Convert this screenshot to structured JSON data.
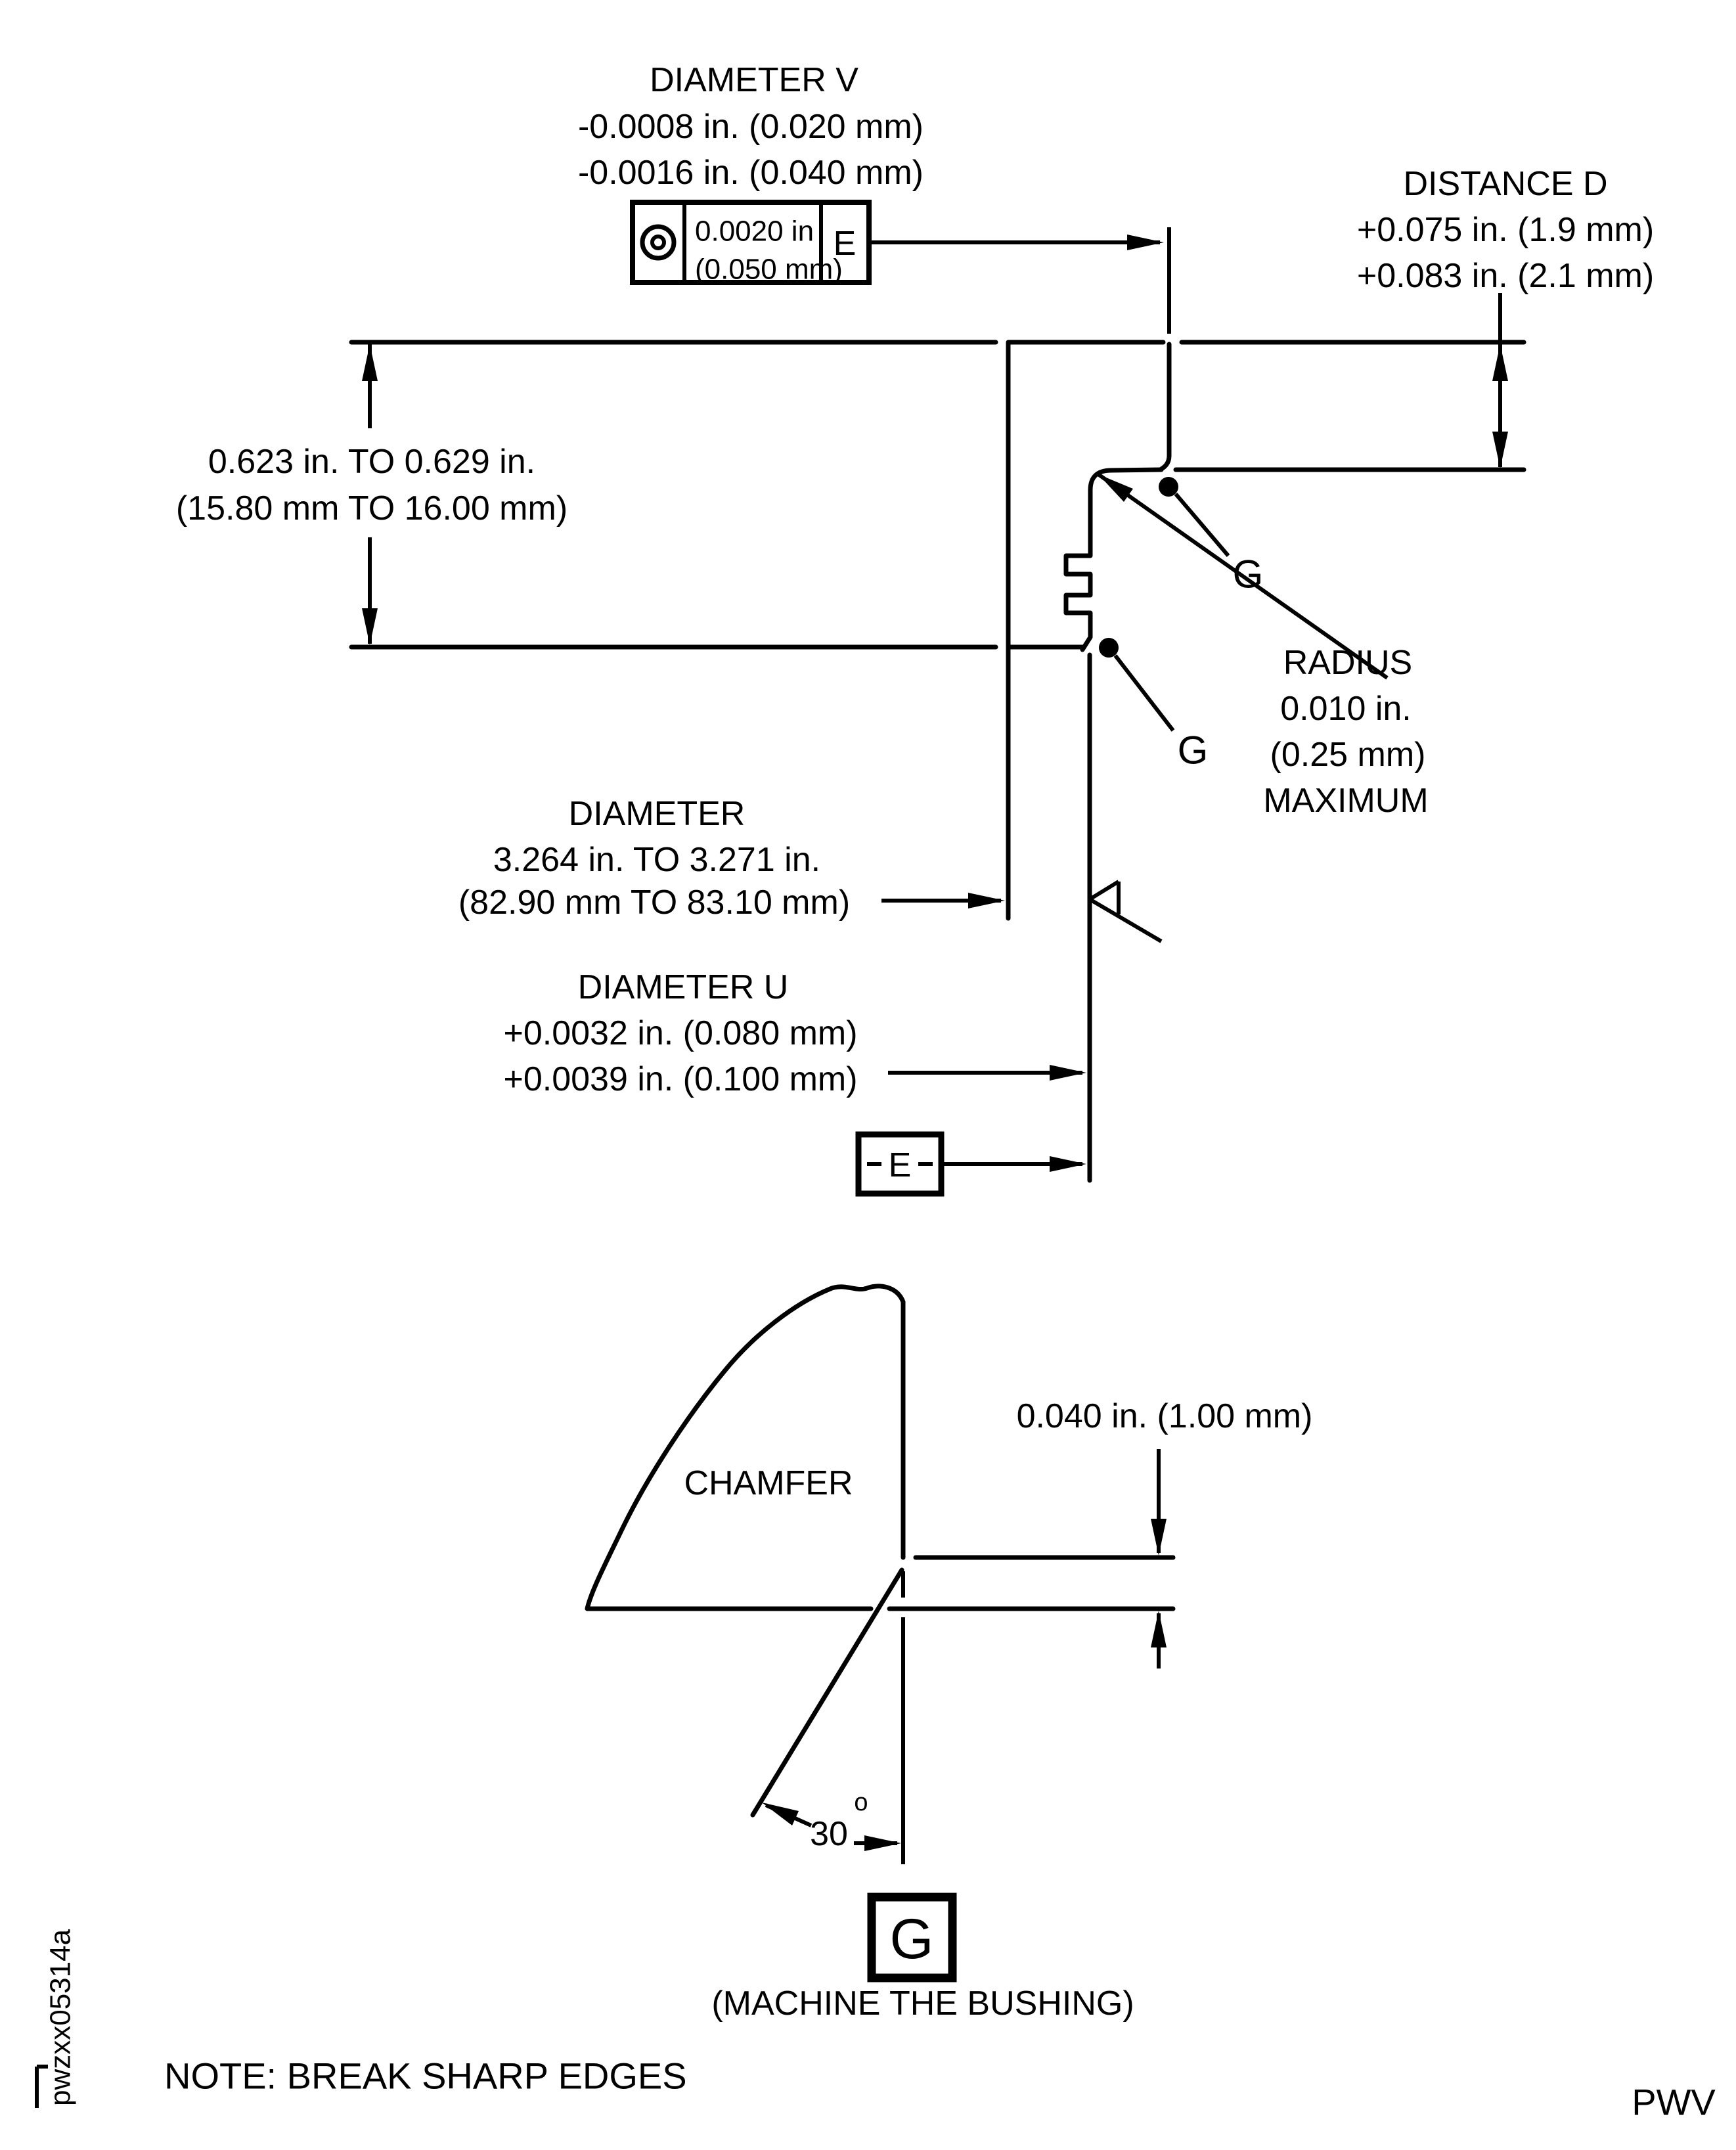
{
  "colors": {
    "ink": "#000000",
    "paper": "#ffffff"
  },
  "diameter_v": {
    "title": "DIAMETER V",
    "tol_upper": "-0.0008 in. (0.020 mm)",
    "tol_lower": "-0.0016 in. (0.040 mm)"
  },
  "fcf": {
    "symbol_icon": "concentricity-icon",
    "tol_in": "0.0020 in",
    "tol_mm": "(0.050 mm)",
    "datum": "E"
  },
  "distance_d": {
    "title": "DISTANCE D",
    "tol_upper": "+0.075 in. (1.9 mm)",
    "tol_lower": "+0.083 in. (2.1 mm)"
  },
  "width_dim": {
    "inches": "0.623 in. TO 0.629 in.",
    "metric": "(15.80 mm TO 16.00 mm)"
  },
  "diameter": {
    "title": "DIAMETER",
    "inches": "3.264 in. TO 3.271 in.",
    "metric": "(82.90 mm TO 83.10 mm)"
  },
  "diameter_u": {
    "title": "DIAMETER U",
    "tol_upper": "+0.0032 in. (0.080 mm)",
    "tol_lower": "+0.0039 in. (0.100 mm)"
  },
  "datum_flag": {
    "label": "E"
  },
  "radius_note": {
    "line1": "RADIUS",
    "line2": "0.010 in.",
    "line3": "(0.25 mm)",
    "line4": "MAXIMUM"
  },
  "surface_marks": {
    "upper": "G",
    "lower": "G"
  },
  "chamfer_detail": {
    "label": "CHAMFER",
    "thickness": "0.040 in. (1.00 mm)",
    "angle": "30",
    "angle_symbol": "o"
  },
  "legend": {
    "g_symbol": "G",
    "meaning": "(MACHINE THE BUSHING)"
  },
  "note": "NOTE: BREAK SHARP EDGES",
  "doc_code": "pwzxx05314a",
  "page_code": "PWV"
}
